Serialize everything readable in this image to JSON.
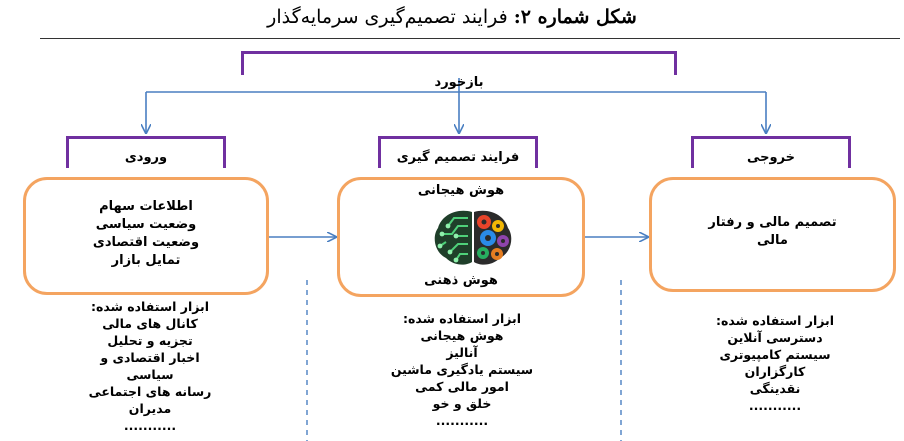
{
  "figure": {
    "title_prefix": "شکل شماره ۲:",
    "title_text": "فرایند تصمیم‌گیری سرمایه‌گذار"
  },
  "feedback": {
    "label": "بازخورد"
  },
  "stages": {
    "input": {
      "label": "ورودی",
      "items": [
        "اطلاعات سهام",
        "وضعیت سیاسی",
        "وضعیت اقتصادی",
        "تمایل بازار"
      ],
      "tools_title": "ابزار استفاده شده:",
      "tools": [
        "کانال های مالی",
        "تجزیه و تحلیل",
        "اخبار اقتصادی و",
        "سیاسی",
        "رسانه های اجتماعی",
        "مدیران",
        "..........."
      ]
    },
    "process": {
      "label": "فرایند تصمیم گیری",
      "top_text": "هوش هیجانی",
      "bottom_text": "هوش ذهنی",
      "tools_title": "ابزار استفاده شده:",
      "tools": [
        "هوش هیجانی",
        "آنالیز",
        "سیستم یادگیری ماشین",
        "امور مالی کمی",
        "خلق و خو",
        "..........."
      ]
    },
    "output": {
      "label": "خروجی",
      "items": [
        "تصمیم مالی و رفتار",
        "مالی"
      ],
      "tools_title": "ابزار استفاده شده:",
      "tools": [
        "دسترسی آنلاین",
        "سیستم کامپیوتری",
        "کارگزاران",
        "نقدینگی",
        "..........."
      ]
    }
  },
  "colors": {
    "bracket": "#7030a0",
    "node_border": "#f4a460",
    "arrow": "#4a7fc1",
    "brain_left": "#2e8b57",
    "brain_right": "#e8442a"
  },
  "icons": {
    "brain": "brain-icon"
  }
}
